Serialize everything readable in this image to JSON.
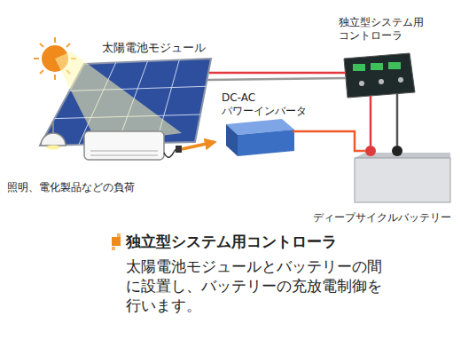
{
  "diagram": {
    "title": "独立型システム用コントローラ",
    "caption": "太陽電池モジュールとバッテリーの間に設置し、バッテリーの充放電制御を行います。",
    "nodes": [
      {
        "text": [
          "太陽電池モジュール"
        ]
      },
      {
        "text": [
          "独立型システム用 コントローラ"
        ]
      },
      {
        "text": [
          "DC-AC パワーインバータ"
        ]
      },
      {
        "text": [
          "照明、電化製品などの負荷"
        ]
      },
      {
        "text": [
          "ディープサイクルバッテリー"
        ]
      }
    ],
    "edges": [
      {
        "from": 0,
        "to": 1,
        "arrow": "none"
      },
      {
        "from": 1,
        "to": 4,
        "arrow": "none"
      },
      {
        "from": 4,
        "to": 2,
        "arrow": "none"
      },
      {
        "from": 3,
        "to": 2,
        "arrow": "to"
      }
    ]
  }
}
